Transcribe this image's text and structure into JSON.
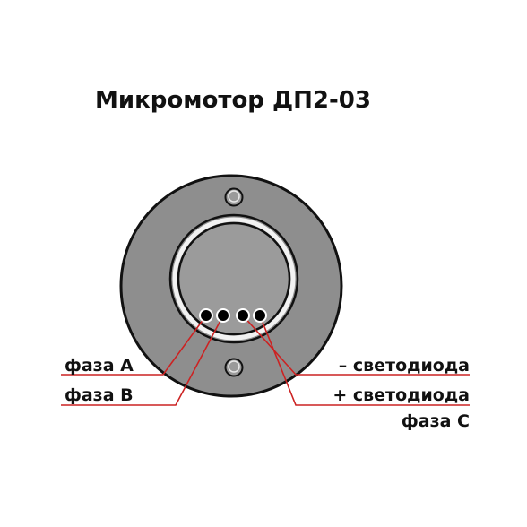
{
  "title": "Микромотор ДП2-03",
  "labels": {
    "phase_a": "фаза А",
    "phase_b": "фаза В",
    "led_minus": "– светодиода",
    "led_plus": "+ светодиода",
    "phase_c": "фаза С"
  },
  "colors": {
    "outer_ring": "#8e8e8e",
    "inner_disk": "#9b9b9b",
    "outline": "#111111",
    "wire": "#cc2222",
    "terminal": "#000000"
  }
}
